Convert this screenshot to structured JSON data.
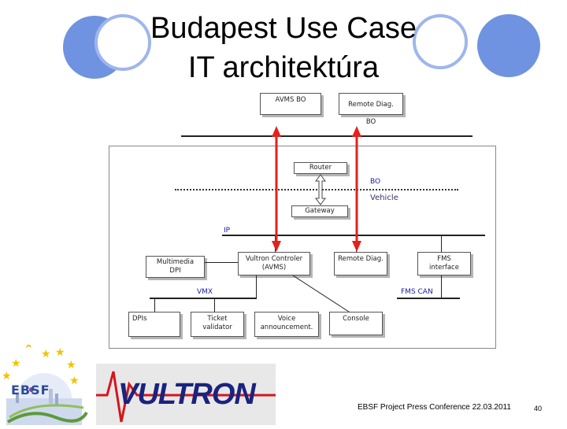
{
  "title": {
    "line1": "Budapest Use Case",
    "line2": "IT architektúra"
  },
  "diagram": {
    "top_boxes": {
      "avms_bo": "AVMS BO",
      "remote_diag_bo": "Remote Diag. BO"
    },
    "router": "Router",
    "bo_label": "BO",
    "vehicle_label": "Vehicle",
    "gateway": "Gateway",
    "ip_label": "IP",
    "multimedia_dpi": "Multimedia DPI",
    "vultron_controller": "Vultron Controler (AVMS)",
    "remote_diag": "Remote Diag.",
    "fms_interface": "FMS interface",
    "vmx_label": "VMX",
    "fms_can_label": "FMS CAN",
    "dpis": "DPIs",
    "ticket_validator": "Ticket validator",
    "voice_announcement": "Voice announcement.",
    "console": "Console"
  },
  "logos": {
    "ebsf": "EBSF",
    "vultron": "VULTRON"
  },
  "footer": {
    "conference": "EBSF Project Press Conference 22.03.2011",
    "page_number": "40"
  },
  "colors": {
    "accent_circle": "#6f93e0",
    "arrow": "#e0231c",
    "label_blue": "#1a1aa0"
  }
}
